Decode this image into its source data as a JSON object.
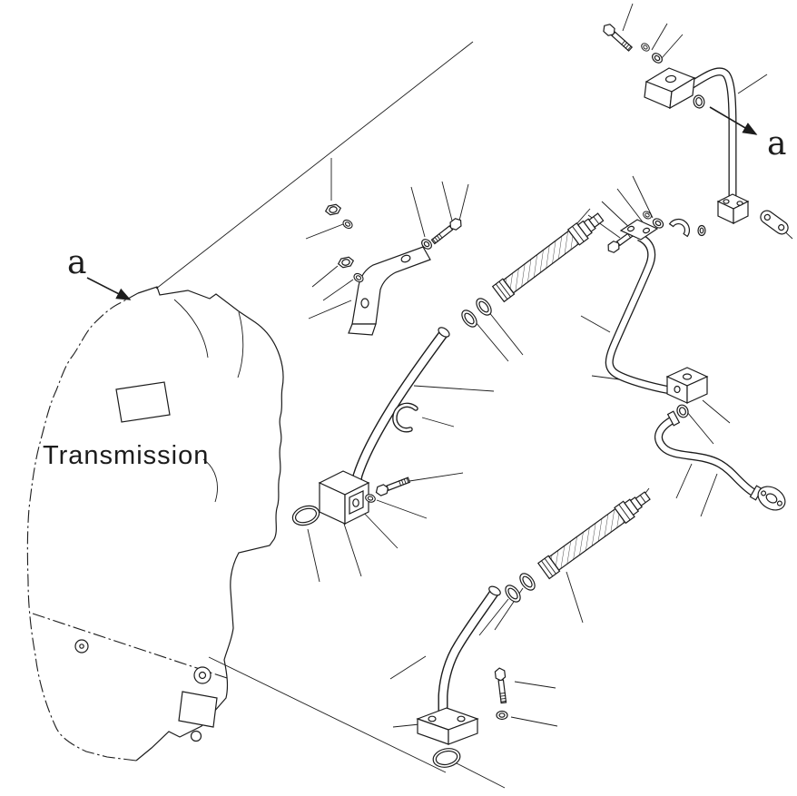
{
  "colors": {
    "ink": "#1c1c1c",
    "paper": "#ffffff"
  },
  "labels": {
    "transmission": "Transmission",
    "section_left": "a",
    "section_right": "a"
  }
}
